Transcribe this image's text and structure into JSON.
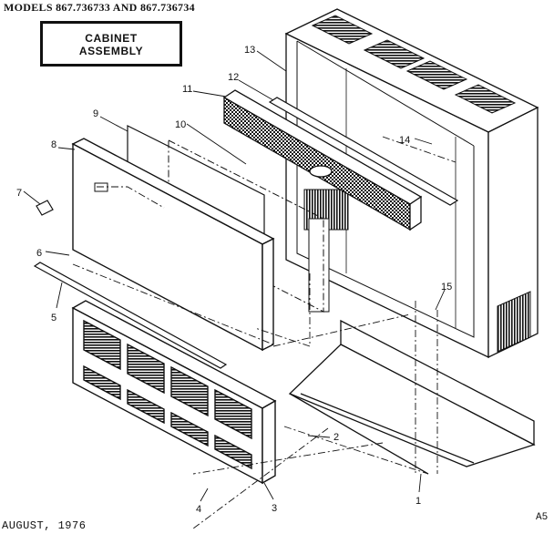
{
  "header": {
    "models": "MODELS 867.736733 AND 867.736734"
  },
  "title": {
    "line1": "CABINET",
    "line2": "ASSEMBLY"
  },
  "footer": {
    "date": "AUGUST, 1976",
    "code": "A5"
  },
  "callouts": [
    "1",
    "2",
    "3",
    "4",
    "5",
    "6",
    "7",
    "8",
    "9",
    "10",
    "11",
    "12",
    "13",
    "14",
    "15"
  ]
}
